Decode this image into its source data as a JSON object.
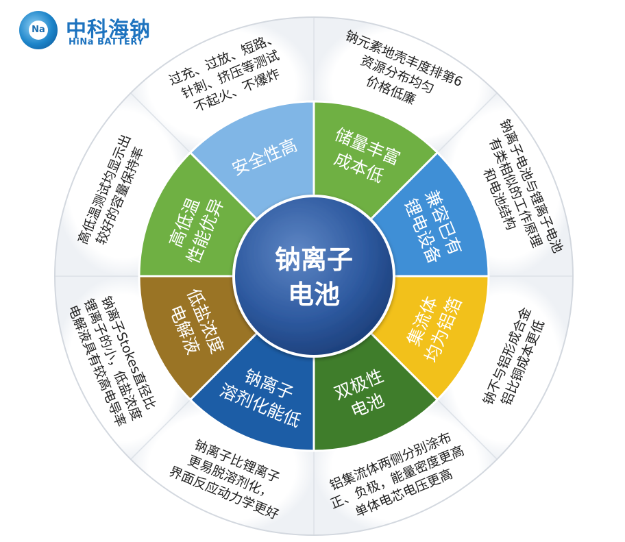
{
  "logo": {
    "badge": "Na",
    "name_cn": "中科海钠",
    "name_en": "HiNa BATTERY"
  },
  "center": {
    "line1": "钠离子",
    "line2": "电池"
  },
  "segments": [
    {
      "label": [
        "储量丰富",
        "成本低"
      ],
      "description": [
        "钠元素地壳丰度排第6",
        "资源分布均匀",
        "价格低廉"
      ],
      "color": "#6fb043"
    },
    {
      "label": [
        "兼容已有",
        "锂电设备"
      ],
      "description": [
        "钠离子电池与锂离子电池",
        "有类相似的工作原理",
        "和电池结构"
      ],
      "color": "#3f8fd6"
    },
    {
      "label": [
        "集流体",
        "均为铝箔"
      ],
      "description": [
        "钠不与铝形成合金",
        "铝比铜成本更低"
      ],
      "color": "#f2c11b"
    },
    {
      "label": [
        "双极性",
        "电池"
      ],
      "description": [
        "铝集流体两侧分别涂布",
        "正、负极，能量密度更高",
        "单体电芯电压更高"
      ],
      "color": "#3f7d2b"
    },
    {
      "label": [
        "钠离子",
        "溶剂化能低"
      ],
      "description": [
        "钠离子比锂离子",
        "更易脱溶剂化，",
        "界面反应动力学更好"
      ],
      "color": "#1c5da6"
    },
    {
      "label": [
        "低盐浓度",
        "电解液"
      ],
      "description": [
        "钠离子Stokes直径比",
        "锂离子的小，低盐浓度",
        "电解液具有较高电导率"
      ],
      "color": "#9a7425"
    },
    {
      "label": [
        "高低温",
        "性能优异"
      ],
      "description": [
        "高低温测试均显示出",
        "较好的容量保持率"
      ],
      "color": "#6fb043"
    },
    {
      "label": [
        "安全性高"
      ],
      "description": [
        "过充、过放、短路、",
        "针刺、挤压等测试",
        "不起火、不爆炸"
      ],
      "color": "#80b6e6"
    }
  ]
}
